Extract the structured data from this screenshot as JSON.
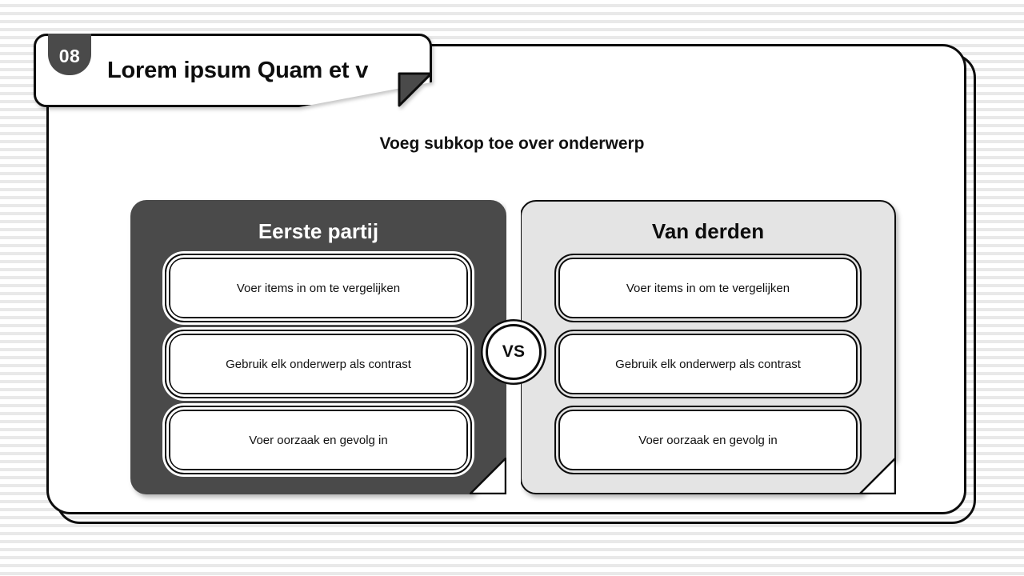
{
  "slide": {
    "number_badge": "08",
    "title": "Lorem ipsum Quam et v",
    "subtitle": "Voeg subkop toe over onderwerp",
    "vs_label": "VS"
  },
  "colors": {
    "dark_panel": "#4a4a4a",
    "light_panel": "#e4e4e4",
    "badge": "#4a4a4a",
    "outline": "#0d0d0d",
    "card": "#ffffff",
    "background_stripe": "#e9e9e9"
  },
  "comparison": {
    "left": {
      "heading": "Eerste partij",
      "items": [
        {
          "label": "Voer items in om te vergelijken"
        },
        {
          "label": "Gebruik elk onderwerp als contrast"
        },
        {
          "label": "Voer oorzaak en gevolg in"
        }
      ]
    },
    "right": {
      "heading": "Van derden",
      "items": [
        {
          "label": "Voer items in om te vergelijken"
        },
        {
          "label": "Gebruik elk onderwerp als contrast"
        },
        {
          "label": "Voer oorzaak en gevolg in"
        }
      ]
    }
  }
}
